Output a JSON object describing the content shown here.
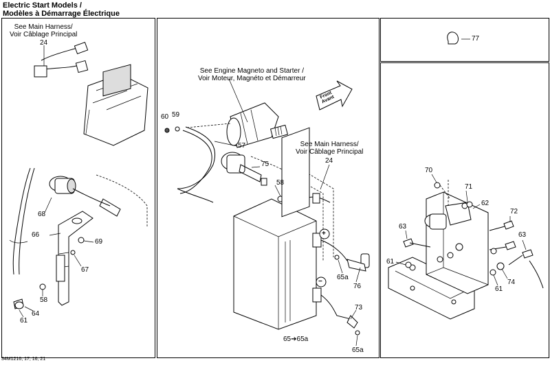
{
  "title": {
    "line1": "Electric Start Models /",
    "line2": "Modèles à Démarrage Électrique"
  },
  "notes": {
    "main_harness_left": "See Main Harness/\nVoir Câblage Principal",
    "engine_magneto": "See Engine Magneto and Starter /\nVoir Moteur, Magnéto et Démarreur",
    "main_harness_center": "See Main Harness/\nVoir Câblage Principal",
    "front": "Front\nAvant"
  },
  "labels": {
    "p24_left": "24",
    "p68": "68",
    "p66": "66",
    "p69": "69",
    "p67": "67",
    "p58_left": "58",
    "p64": "64",
    "p61_left": "61",
    "p60": "60",
    "p59": "59",
    "p57": "57",
    "p75": "75",
    "p58_center": "58",
    "p24_center": "24",
    "p65a_top": "65a",
    "p76": "76",
    "p73": "73",
    "p65_65a": "65➔65a",
    "p65a_bottom": "65a",
    "plus": "+",
    "minus": "−",
    "p77": "77",
    "p70": "70",
    "p71": "71",
    "p62": "62",
    "p72": "72",
    "p63_left": "63",
    "p63_right": "63",
    "p61_right_a": "61",
    "p61_right_b": "61",
    "p74": "74"
  },
  "drawing_code": "34M1216, 17, 16, 21"
}
